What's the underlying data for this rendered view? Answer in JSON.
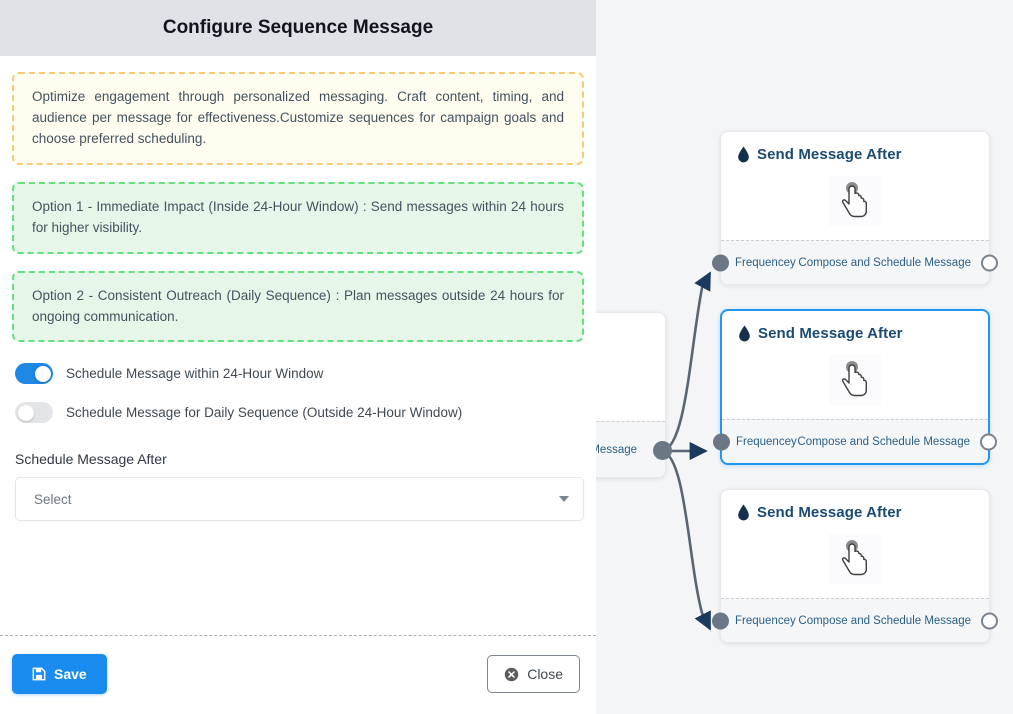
{
  "panel": {
    "title": "Configure Sequence Message",
    "notes": [
      {
        "kind": "warning",
        "text": "Optimize engagement through personalized messaging. Craft content, timing, and audience per message for effectiveness.Customize sequences for campaign goals and choose preferred scheduling."
      },
      {
        "kind": "success",
        "text": "Option 1 - Immediate Impact (Inside 24-Hour Window) : Send messages within 24 hours for higher visibility."
      },
      {
        "kind": "success",
        "text": "Option 2 - Consistent Outreach (Daily Sequence) : Plan messages outside 24 hours for ongoing communication."
      }
    ],
    "toggles": [
      {
        "label": "Schedule Message within 24-Hour Window",
        "state": "on"
      },
      {
        "label": "Schedule Message for Daily Sequence (Outside 24-Hour Window)",
        "state": "off"
      }
    ],
    "field": {
      "label": "Schedule Message After",
      "value": "Select",
      "placeholder": "Select",
      "caret_icon": "chevron-down-icon"
    },
    "footer": {
      "save_label": "Save",
      "save_icon": "save-floppy-icon",
      "close_label": "Close",
      "close_icon": "close-circle-icon"
    }
  },
  "canvas": {
    "partial_node": {
      "footer_label": "ce Message"
    },
    "nodes": [
      {
        "title": "Send Message After",
        "title_icon": "water-drop-icon",
        "graphic_icon": "tap-hand-icon",
        "in_port_label": "Frequencey",
        "out_port_label": "Compose and Schedule Message",
        "selected": false
      },
      {
        "title": "Send Message After",
        "title_icon": "water-drop-icon",
        "graphic_icon": "tap-hand-icon",
        "in_port_label": "Frequencey",
        "out_port_label": "Compose and Schedule Message",
        "selected": true
      },
      {
        "title": "Send Message After",
        "title_icon": "water-drop-icon",
        "graphic_icon": "tap-hand-icon",
        "in_port_label": "Frequencey",
        "out_port_label": "Compose and Schedule Message",
        "selected": false
      }
    ]
  },
  "colors": {
    "accent_blue": "#1a8cf0",
    "selected_border": "#2196f3",
    "node_title": "#1b4a72",
    "edge": "#5a6572",
    "note_warning_bg": "#fefdf0",
    "note_warning_border": "#f7ca76",
    "note_success_bg": "#e6f7ea",
    "note_success_border": "#65e07f",
    "header_bg": "#dfe2e6",
    "canvas_bg": "#f4f5f7"
  }
}
